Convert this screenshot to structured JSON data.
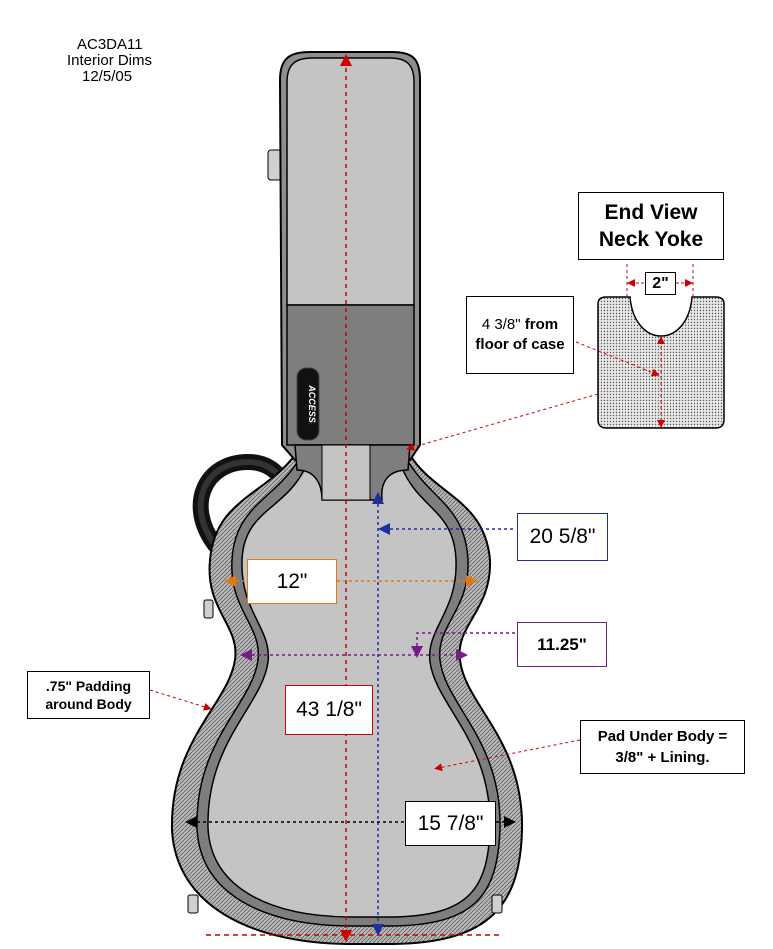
{
  "header": {
    "model": "AC3DA11",
    "subtitle": "Interior Dims",
    "date": "12/5/05"
  },
  "brand_label": "ACCESS",
  "end_view": {
    "title_line1": "End View",
    "title_line2": "Neck Yoke",
    "width": "2\""
  },
  "yoke_note": {
    "value": "4 3/8\"",
    "text_bold": " from floor of case"
  },
  "dimensions": {
    "lower_depth": "20 5/8\"",
    "upper_bout": "12\"",
    "waist": "11.25\"",
    "overall_length": "43 1/8\"",
    "lower_bout": "15 7/8\""
  },
  "padding_note": ".75\" Padding around Body",
  "pad_under_note": {
    "line1": "Pad Under Body =",
    "line2": "3/8\" + Lining."
  },
  "colors": {
    "case_outer": "#8e8e8e",
    "case_inner": "#c4c4c4",
    "neck_dark": "#7e7e7e",
    "padding_hatch": "#a8a8a8",
    "length_red": "#cc0000",
    "depth_blue": "#1f2fa0",
    "upper_orange": "#e07a10",
    "waist_purple": "#7a1a8a"
  }
}
